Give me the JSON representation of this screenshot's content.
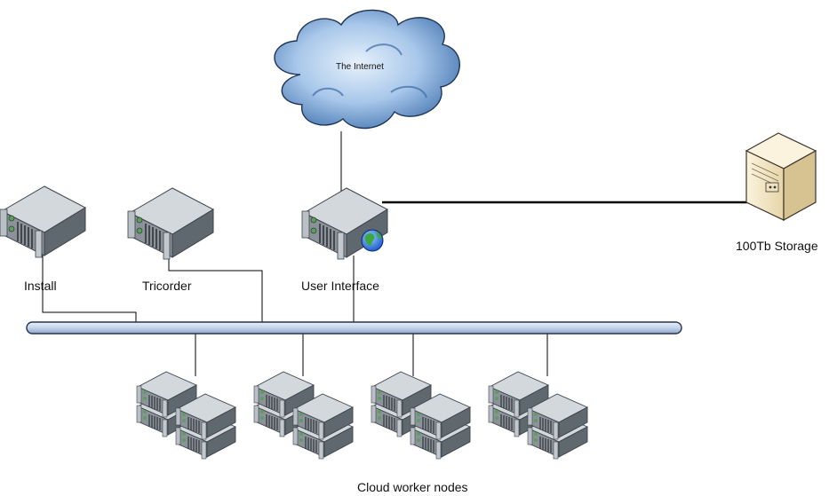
{
  "diagram": {
    "internet_label": "The Internet",
    "nodes": {
      "install": "Install",
      "tricorder": "Tricorder",
      "user_interface": "User Interface",
      "storage": "100Tb Storage"
    },
    "worker_nodes_label": "Cloud worker nodes"
  },
  "colors": {
    "bus_fill": "#c8d6ea",
    "bus_stroke": "#26344f",
    "server_top": "#d6dbe0",
    "server_front": "#8d949b",
    "server_side": "#5d656d",
    "storage_body": "#f1e4c4",
    "cloud_fill": "#a9c8ea",
    "cloud_shade": "#4f7fb8"
  }
}
